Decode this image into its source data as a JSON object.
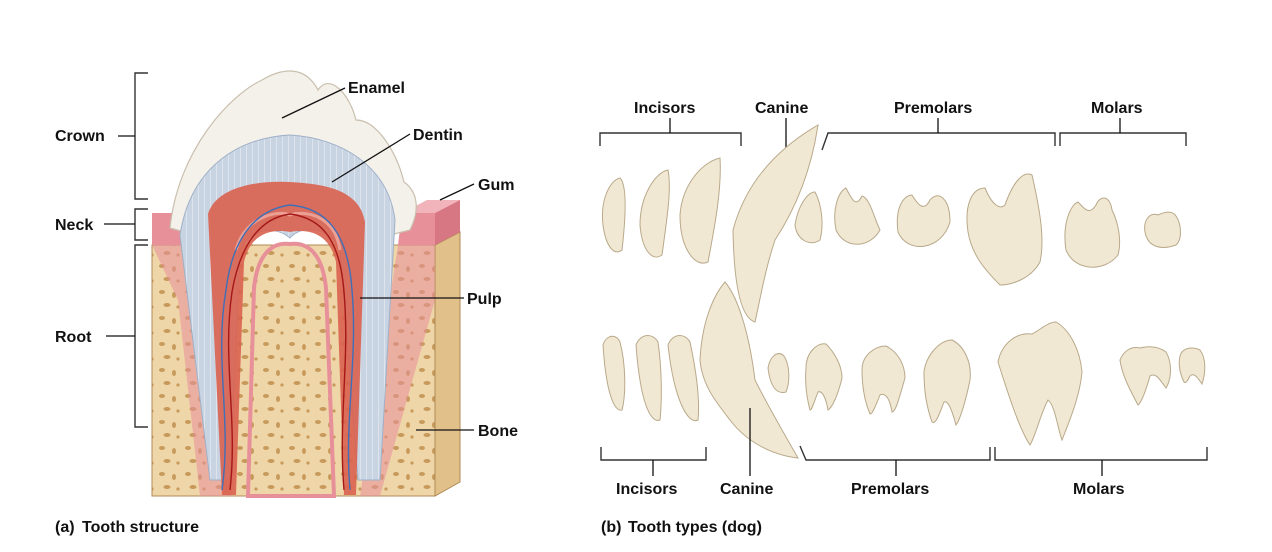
{
  "panel_a": {
    "labels": {
      "crown": "Crown",
      "neck": "Neck",
      "root": "Root",
      "enamel": "Enamel",
      "dentin": "Dentin",
      "gum": "Gum",
      "pulp": "Pulp",
      "bone": "Bone"
    },
    "caption_letter": "(a)",
    "caption_text": "Tooth structure"
  },
  "panel_b": {
    "upper_labels": {
      "incisors": "Incisors",
      "canine": "Canine",
      "premolars": "Premolars",
      "molars": "Molars"
    },
    "lower_labels": {
      "incisors": "Incisors",
      "canine": "Canine",
      "premolars": "Premolars",
      "molars": "Molars"
    },
    "caption_letter": "(b)",
    "caption_text": "Tooth types (dog)"
  },
  "colors": {
    "enamel": "#f4f1ea",
    "dentin": "#c9d4e3",
    "pulp": "#d9624f",
    "gum": "#e8909a",
    "bone": "#efd6a8",
    "tooth": "#f1e8d4"
  }
}
